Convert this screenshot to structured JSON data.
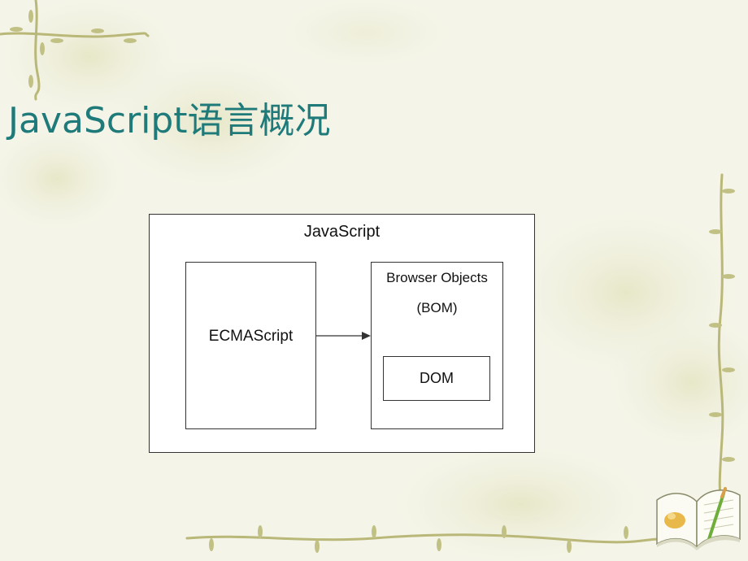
{
  "slide": {
    "title": "JavaScript语言概况"
  },
  "diagram": {
    "outer_label": "JavaScript",
    "ecmascript_label": "ECMAScript",
    "bom_label_line1": "Browser Objects",
    "bom_label_line2": "(BOM)",
    "dom_label": "DOM"
  },
  "colors": {
    "title": "#1f7a7a",
    "background": "#f3f3e6",
    "vine": "#b9b878"
  },
  "decorations": [
    "leaf-vine-border",
    "open-book-icon"
  ]
}
